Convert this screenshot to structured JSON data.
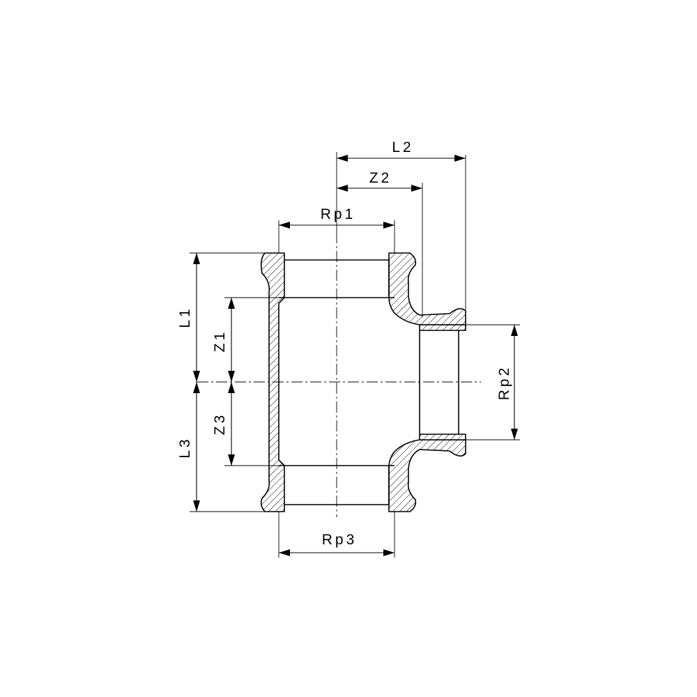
{
  "labels": {
    "l1": "L1",
    "l2": "L2",
    "l3": "L3",
    "z1": "Z1",
    "z2": "Z2",
    "z3": "Z3",
    "rp1": "Rp1",
    "rp2": "Rp2",
    "rp3": "Rp3"
  },
  "colors": {
    "line": "#000000",
    "background": "#ffffff"
  }
}
